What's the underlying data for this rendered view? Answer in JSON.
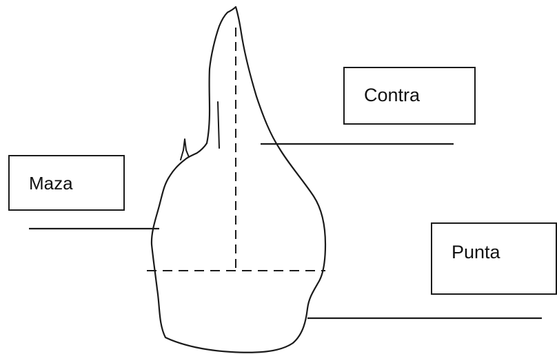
{
  "diagram": {
    "labels": {
      "contra": "Contra",
      "maza": "Maza",
      "punta": "Punta"
    },
    "colors": {
      "ink": "#1a1a1a",
      "background": "#ffffff"
    }
  }
}
